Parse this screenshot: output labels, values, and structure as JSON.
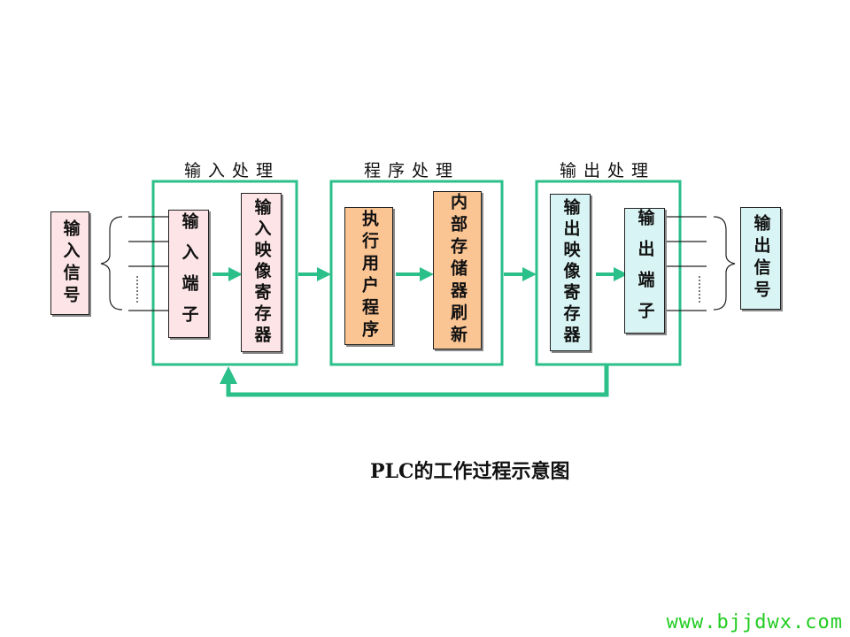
{
  "sections": {
    "input": "输入处理",
    "program": "程序处理",
    "output": "输出处理"
  },
  "boxes": {
    "input_signal": "输入信号",
    "input_terminal": "输入端子",
    "input_image_register": "输入映像寄存器",
    "execute_program": "执行用户程序",
    "internal_refresh": "内部存储器刷新",
    "output_image_register": "输出映像寄存器",
    "output_terminal": "输出端子",
    "output_signal": "输出信号"
  },
  "caption": "PLC的工作过程示意图",
  "watermark": "www.bjjdwx.com",
  "colors": {
    "frame": "#2bbf8a",
    "arrow": "#2bbf8a",
    "pink": "#fde4e6",
    "orange": "#fbc493",
    "cyan": "#d9f4f4",
    "watermark": "#22cc22"
  }
}
